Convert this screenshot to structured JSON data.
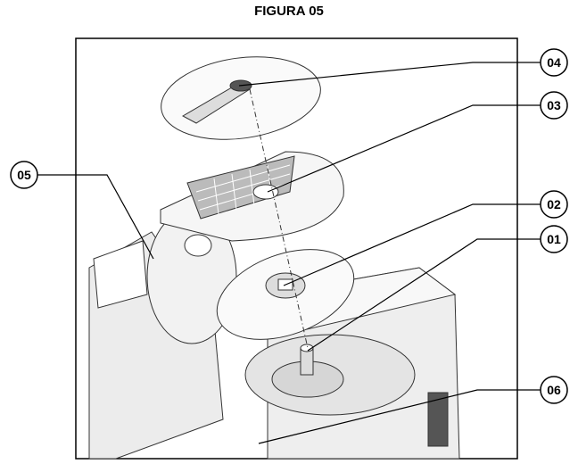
{
  "figure": {
    "title": "FIGURA 05",
    "callouts": [
      "04",
      "03",
      "05",
      "02",
      "01",
      "06"
    ]
  }
}
